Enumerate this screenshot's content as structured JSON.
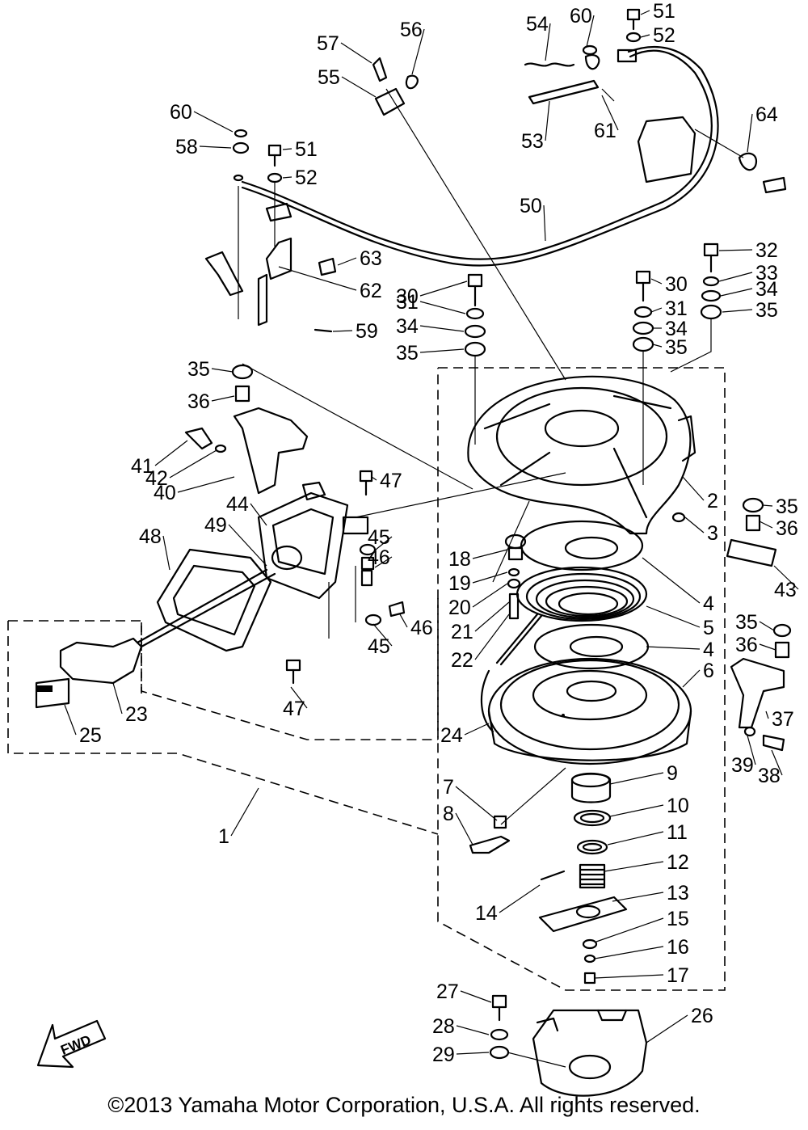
{
  "diagram": {
    "callouts": [
      {
        "id": "c1",
        "text": "1"
      },
      {
        "id": "c2",
        "text": "2"
      },
      {
        "id": "c3",
        "text": "3"
      },
      {
        "id": "c4a",
        "text": "4"
      },
      {
        "id": "c4b",
        "text": "4"
      },
      {
        "id": "c5",
        "text": "5"
      },
      {
        "id": "c6",
        "text": "6"
      },
      {
        "id": "c7",
        "text": "7"
      },
      {
        "id": "c8",
        "text": "8"
      },
      {
        "id": "c9",
        "text": "9"
      },
      {
        "id": "c10",
        "text": "10"
      },
      {
        "id": "c11",
        "text": "11"
      },
      {
        "id": "c12",
        "text": "12"
      },
      {
        "id": "c13",
        "text": "13"
      },
      {
        "id": "c14",
        "text": "14"
      },
      {
        "id": "c15",
        "text": "15"
      },
      {
        "id": "c16",
        "text": "16"
      },
      {
        "id": "c17",
        "text": "17"
      },
      {
        "id": "c18",
        "text": "18"
      },
      {
        "id": "c19",
        "text": "19"
      },
      {
        "id": "c20",
        "text": "20"
      },
      {
        "id": "c21",
        "text": "21"
      },
      {
        "id": "c22",
        "text": "22"
      },
      {
        "id": "c23",
        "text": "23"
      },
      {
        "id": "c24",
        "text": "24"
      },
      {
        "id": "c25",
        "text": "25"
      },
      {
        "id": "c26",
        "text": "26"
      },
      {
        "id": "c27",
        "text": "27"
      },
      {
        "id": "c28",
        "text": "28"
      },
      {
        "id": "c29",
        "text": "29"
      },
      {
        "id": "c30a",
        "text": "30"
      },
      {
        "id": "c30b",
        "text": "30"
      },
      {
        "id": "c31a",
        "text": "31"
      },
      {
        "id": "c31b",
        "text": "31"
      },
      {
        "id": "c32",
        "text": "32"
      },
      {
        "id": "c33",
        "text": "33"
      },
      {
        "id": "c34a",
        "text": "34"
      },
      {
        "id": "c34b",
        "text": "34"
      },
      {
        "id": "c34c",
        "text": "34"
      },
      {
        "id": "c35a",
        "text": "35"
      },
      {
        "id": "c35b",
        "text": "35"
      },
      {
        "id": "c35c",
        "text": "35"
      },
      {
        "id": "c35d",
        "text": "35"
      },
      {
        "id": "c35e",
        "text": "35"
      },
      {
        "id": "c35f",
        "text": "35"
      },
      {
        "id": "c36a",
        "text": "36"
      },
      {
        "id": "c36b",
        "text": "36"
      },
      {
        "id": "c36c",
        "text": "36"
      },
      {
        "id": "c37",
        "text": "37"
      },
      {
        "id": "c38",
        "text": "38"
      },
      {
        "id": "c39",
        "text": "39"
      },
      {
        "id": "c40",
        "text": "40"
      },
      {
        "id": "c41",
        "text": "41"
      },
      {
        "id": "c42",
        "text": "42"
      },
      {
        "id": "c43",
        "text": "43"
      },
      {
        "id": "c44",
        "text": "44"
      },
      {
        "id": "c45a",
        "text": "45"
      },
      {
        "id": "c45b",
        "text": "45"
      },
      {
        "id": "c46a",
        "text": "46"
      },
      {
        "id": "c46b",
        "text": "46"
      },
      {
        "id": "c47a",
        "text": "47"
      },
      {
        "id": "c47b",
        "text": "47"
      },
      {
        "id": "c48",
        "text": "48"
      },
      {
        "id": "c49",
        "text": "49"
      },
      {
        "id": "c50",
        "text": "50"
      },
      {
        "id": "c51a",
        "text": "51"
      },
      {
        "id": "c51b",
        "text": "51"
      },
      {
        "id": "c52a",
        "text": "52"
      },
      {
        "id": "c52b",
        "text": "52"
      },
      {
        "id": "c53",
        "text": "53"
      },
      {
        "id": "c54",
        "text": "54"
      },
      {
        "id": "c55",
        "text": "55"
      },
      {
        "id": "c56",
        "text": "56"
      },
      {
        "id": "c57",
        "text": "57"
      },
      {
        "id": "c58",
        "text": "58"
      },
      {
        "id": "c59",
        "text": "59"
      },
      {
        "id": "c60a",
        "text": "60"
      },
      {
        "id": "c60b",
        "text": "60"
      },
      {
        "id": "c61",
        "text": "61"
      },
      {
        "id": "c62",
        "text": "62"
      },
      {
        "id": "c63",
        "text": "63"
      },
      {
        "id": "c64",
        "text": "64"
      }
    ],
    "fwd_badge": "FWD",
    "copyright": "©2013 Yamaha Motor Corporation, U.S.A. All rights reserved."
  }
}
